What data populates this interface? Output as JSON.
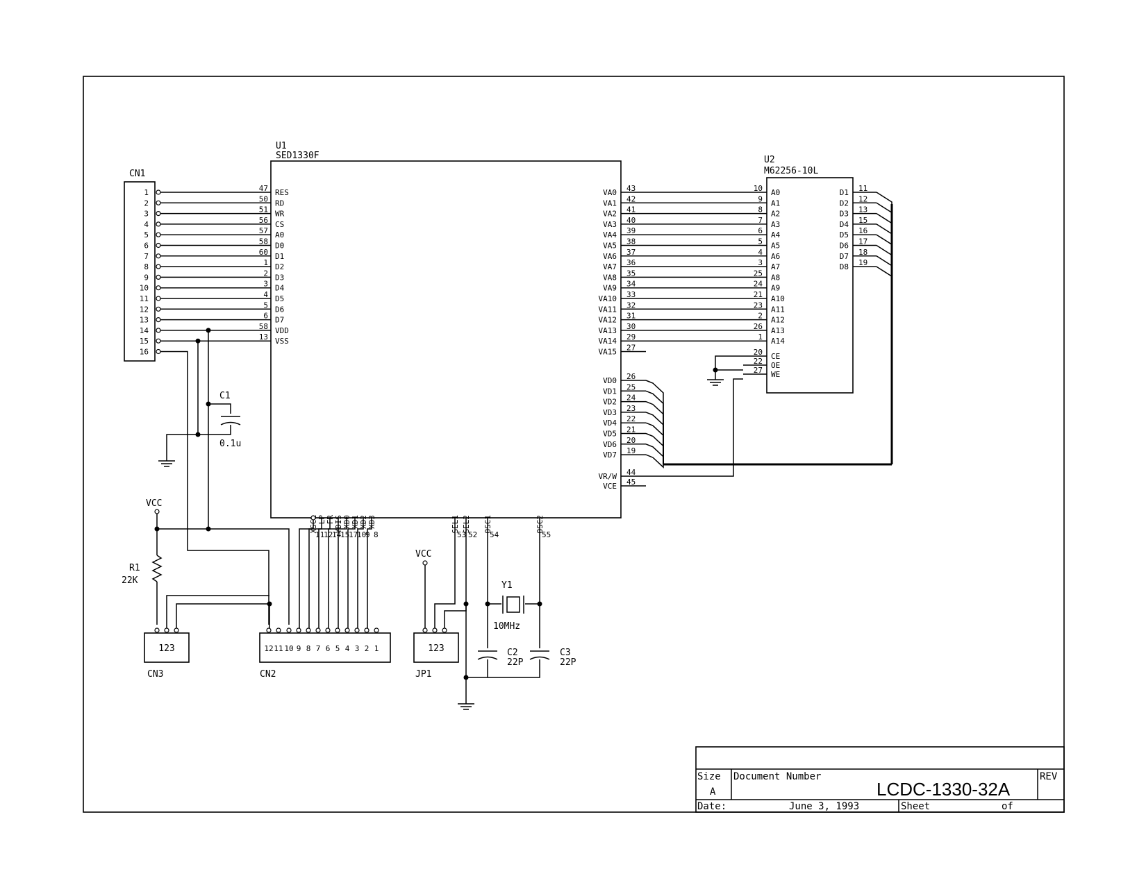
{
  "u1": {
    "ref": "U1",
    "part": "SED1330F",
    "left_pins": [
      {
        "num": "47",
        "name": "RES"
      },
      {
        "num": "50",
        "name": "RD"
      },
      {
        "num": "51",
        "name": "WR"
      },
      {
        "num": "56",
        "name": "CS"
      },
      {
        "num": "57",
        "name": "A0"
      },
      {
        "num": "58",
        "name": "D0"
      },
      {
        "num": "60",
        "name": "D1"
      },
      {
        "num": "1",
        "name": "D2"
      },
      {
        "num": "2",
        "name": "D3"
      },
      {
        "num": "3",
        "name": "D4"
      },
      {
        "num": "4",
        "name": "D5"
      },
      {
        "num": "5",
        "name": "D6"
      },
      {
        "num": "6",
        "name": "D7"
      },
      {
        "num": "58",
        "name": "VDD"
      },
      {
        "num": "13",
        "name": "VSS"
      }
    ],
    "right_va_pins": [
      {
        "name": "VA0",
        "num": "43"
      },
      {
        "name": "VA1",
        "num": "42"
      },
      {
        "name": "VA2",
        "num": "41"
      },
      {
        "name": "VA3",
        "num": "40"
      },
      {
        "name": "VA4",
        "num": "39"
      },
      {
        "name": "VA5",
        "num": "38"
      },
      {
        "name": "VA6",
        "num": "37"
      },
      {
        "name": "VA7",
        "num": "36"
      },
      {
        "name": "VA8",
        "num": "35"
      },
      {
        "name": "VA9",
        "num": "34"
      },
      {
        "name": "VA10",
        "num": "33"
      },
      {
        "name": "VA11",
        "num": "32"
      },
      {
        "name": "VA12",
        "num": "31"
      },
      {
        "name": "VA13",
        "num": "30"
      },
      {
        "name": "VA14",
        "num": "29"
      },
      {
        "name": "VA15",
        "num": "27"
      }
    ],
    "right_vd_pins": [
      {
        "name": "VD0",
        "num": "26"
      },
      {
        "name": "VD1",
        "num": "25"
      },
      {
        "name": "VD2",
        "num": "24"
      },
      {
        "name": "VD3",
        "num": "23"
      },
      {
        "name": "VD4",
        "num": "22"
      },
      {
        "name": "VD5",
        "num": "21"
      },
      {
        "name": "VD6",
        "num": "20"
      },
      {
        "name": "VD7",
        "num": "19"
      }
    ],
    "right_ctrl_pins": [
      {
        "name": "VR/W",
        "num": "44"
      },
      {
        "name": "VCE",
        "num": "45"
      }
    ],
    "bottom_pins": [
      {
        "name": "XSCL",
        "num": "11"
      },
      {
        "name": "LP",
        "num": "12"
      },
      {
        "name": "FR",
        "num": "14"
      },
      {
        "name": "YDIS",
        "num": "15"
      },
      {
        "name": "XD0",
        "num": "17"
      },
      {
        "name": "XD1",
        "num": "10"
      },
      {
        "name": "XD2",
        "num": "9"
      },
      {
        "name": "XD3",
        "num": "8"
      },
      {
        "name": "SEL1",
        "num": "53"
      },
      {
        "name": "SEL2",
        "num": "52"
      },
      {
        "name": "OSC1",
        "num": "54"
      },
      {
        "name": "OSC2",
        "num": "55"
      }
    ]
  },
  "u2": {
    "ref": "U2",
    "part": "M62256-10L",
    "addr_pins": [
      {
        "num": "10",
        "name": "A0"
      },
      {
        "num": "9",
        "name": "A1"
      },
      {
        "num": "8",
        "name": "A2"
      },
      {
        "num": "7",
        "name": "A3"
      },
      {
        "num": "6",
        "name": "A4"
      },
      {
        "num": "5",
        "name": "A5"
      },
      {
        "num": "4",
        "name": "A6"
      },
      {
        "num": "3",
        "name": "A7"
      },
      {
        "num": "25",
        "name": "A8"
      },
      {
        "num": "24",
        "name": "A9"
      },
      {
        "num": "21",
        "name": "A10"
      },
      {
        "num": "23",
        "name": "A11"
      },
      {
        "num": "2",
        "name": "A12"
      },
      {
        "num": "26",
        "name": "A13"
      },
      {
        "num": "1",
        "name": "A14"
      }
    ],
    "ctrl_pins": [
      {
        "num": "20",
        "name": "CE"
      },
      {
        "num": "22",
        "name": "OE"
      },
      {
        "num": "27",
        "name": "WE"
      }
    ],
    "data_pins": [
      {
        "name": "D1",
        "num": "11"
      },
      {
        "name": "D2",
        "num": "12"
      },
      {
        "name": "D3",
        "num": "13"
      },
      {
        "name": "D4",
        "num": "15"
      },
      {
        "name": "D5",
        "num": "16"
      },
      {
        "name": "D6",
        "num": "17"
      },
      {
        "name": "D7",
        "num": "18"
      },
      {
        "name": "D8",
        "num": "19"
      }
    ]
  },
  "cn1": {
    "ref": "CN1",
    "pins": [
      "1",
      "2",
      "3",
      "4",
      "5",
      "6",
      "7",
      "8",
      "9",
      "10",
      "11",
      "12",
      "13",
      "14",
      "15",
      "16"
    ]
  },
  "cn2": {
    "ref": "CN2",
    "pins": [
      "12",
      "11",
      "10",
      "9",
      "8",
      "7",
      "6",
      "5",
      "4",
      "3",
      "2",
      "1"
    ]
  },
  "cn3": {
    "ref": "CN3",
    "pins": "123"
  },
  "jp1": {
    "ref": "JP1",
    "pins": "123"
  },
  "c1": {
    "ref": "C1",
    "value": "0.1u"
  },
  "c2": {
    "ref": "C2",
    "value": "22P"
  },
  "c3": {
    "ref": "C3",
    "value": "22P"
  },
  "r1": {
    "ref": "R1",
    "value": "22K"
  },
  "y1": {
    "ref": "Y1",
    "value": "10MHz"
  },
  "vcc_label": "VCC",
  "title_block": {
    "size_label": "Size",
    "size_value": "A",
    "docnum_label": "Document Number",
    "docnum_value": "LCDC-1330-32A",
    "rev_label": "REV",
    "date_label": "Date:",
    "date_value": "June  3, 1993",
    "sheet_label": "Sheet",
    "of_label": "of"
  }
}
